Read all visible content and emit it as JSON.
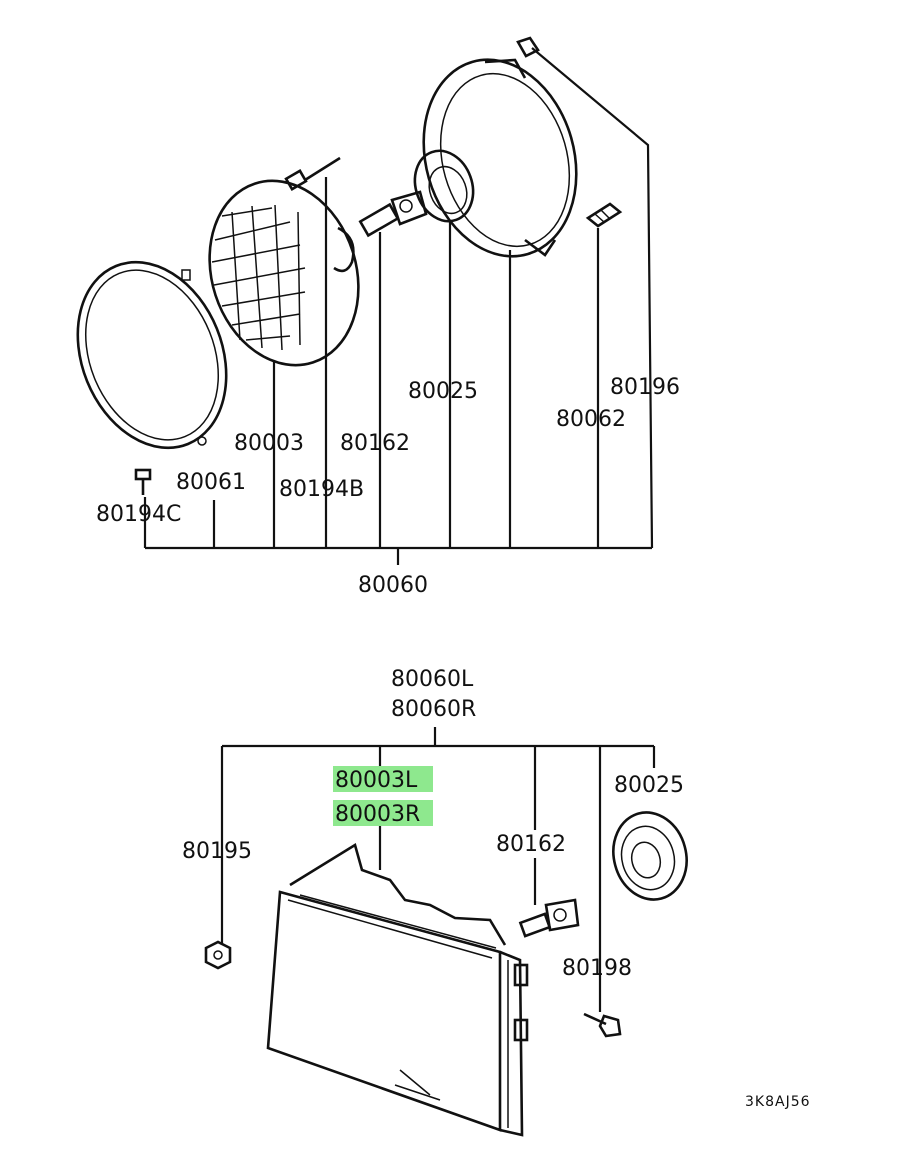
{
  "diagram": {
    "top_group": {
      "assembly": "80060",
      "parts": [
        "80003",
        "80162",
        "80025",
        "80062",
        "80196",
        "80061",
        "80194C",
        "80194B"
      ]
    },
    "bottom_group": {
      "assembly_left": "80060L",
      "assembly_right": "80060R",
      "highlighted_left": "80003L",
      "highlighted_right": "80003R",
      "parts": [
        "80025",
        "80195",
        "80162",
        "80198"
      ]
    },
    "code": "3K8AJ56",
    "highlight_color": "#8ee88e"
  }
}
